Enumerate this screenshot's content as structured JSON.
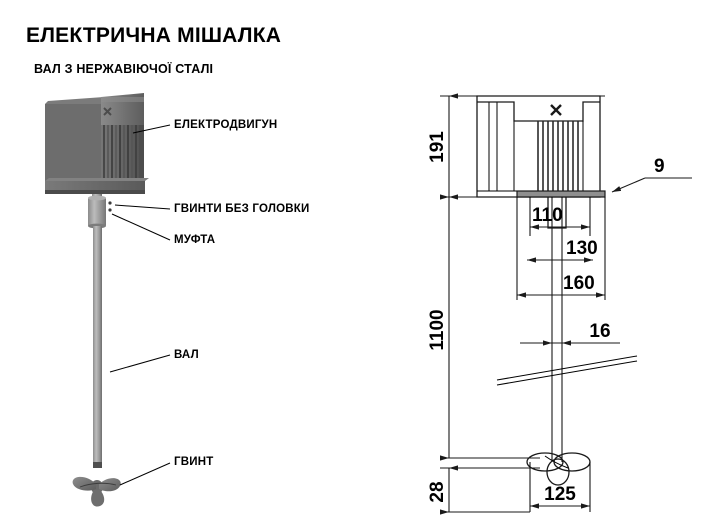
{
  "document": {
    "title": "ЕЛЕКТРИЧНА МІШАЛКА",
    "subtitle": "ВАЛ З НЕРЖАВІЮЧОЇ СТАЛІ"
  },
  "callouts": [
    {
      "id": "motor",
      "label": "ЕЛЕКТРОДВИГУН"
    },
    {
      "id": "screws",
      "label": "ГВИНТИ БЕЗ ГОЛОВКИ"
    },
    {
      "id": "coupling",
      "label": "МУФТА"
    },
    {
      "id": "shaft",
      "label": "ВАЛ"
    },
    {
      "id": "propeller",
      "label": "ГВИНТ"
    }
  ],
  "dimensions": {
    "motor_height": "191",
    "baseplate_thickness": "9",
    "bolt_circle_inner": "110",
    "bolt_circle_outer": "130",
    "flange_width": "160",
    "shaft_length": "1100",
    "shaft_diameter": "16",
    "impeller_height": "28",
    "impeller_diameter": "125"
  },
  "colors": {
    "body": "#6b6b6b",
    "body_light": "#7d7d7d",
    "body_dark": "#4a4a4a",
    "fin_dark": "#3a3a3a",
    "shaft": "#9a9a9a",
    "line": "#1a1a1a",
    "background": "#ffffff"
  }
}
